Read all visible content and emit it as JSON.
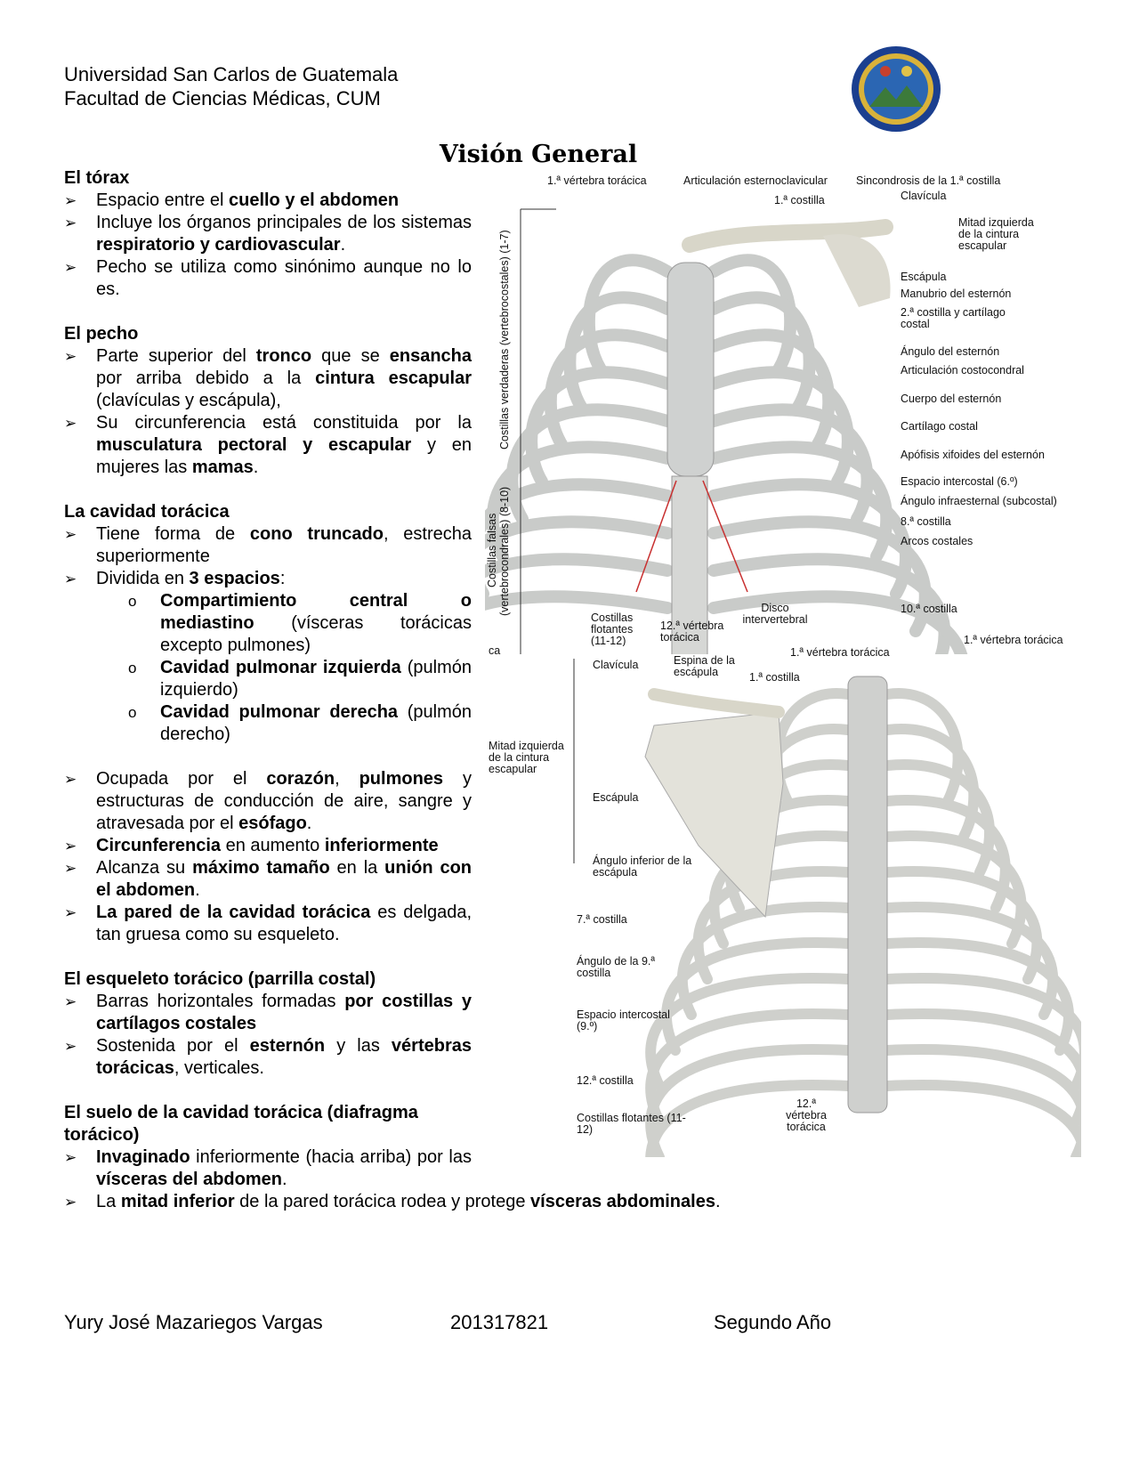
{
  "header": {
    "line1": "Universidad San Carlos de Guatemala",
    "line2": "Facultad de Ciencias Médicas, CUM",
    "seal_colors": {
      "ring": "#1b3f8f",
      "inner": "#d9b23a",
      "shield": "#2b66b3"
    }
  },
  "title": "Visión General",
  "sections": [
    {
      "heading": "El tórax",
      "items": [
        {
          "type": "bullet",
          "runs": [
            [
              "Espacio entre el ",
              0
            ],
            [
              "cuello y el abdomen",
              1
            ]
          ]
        },
        {
          "type": "bullet",
          "runs": [
            [
              "Incluye los órganos principales de los sistemas ",
              0
            ],
            [
              "respiratorio y cardiovascular",
              1
            ],
            [
              ".",
              0
            ]
          ]
        },
        {
          "type": "bullet",
          "runs": [
            [
              "Pecho se utiliza como sinónimo aunque no lo es.",
              0
            ]
          ]
        }
      ]
    },
    {
      "heading": "El pecho",
      "items": [
        {
          "type": "bullet",
          "runs": [
            [
              "Parte superior del ",
              0
            ],
            [
              "tronco",
              1
            ],
            [
              " que se ",
              0
            ],
            [
              "ensancha",
              1
            ],
            [
              " por arriba debido a la ",
              0
            ],
            [
              "cintura escapular",
              1
            ],
            [
              " (clavículas y escápula),",
              0
            ]
          ]
        },
        {
          "type": "bullet",
          "runs": [
            [
              "Su circunferencia está constituida por la ",
              0
            ],
            [
              "musculatura pectoral  y escapular",
              1
            ],
            [
              " y en mujeres las ",
              0
            ],
            [
              "mamas",
              1
            ],
            [
              ".",
              0
            ]
          ]
        }
      ]
    },
    {
      "heading": "La cavidad torácica",
      "items": [
        {
          "type": "bullet",
          "runs": [
            [
              "Tiene forma de ",
              0
            ],
            [
              "cono truncado",
              1
            ],
            [
              ", estrecha superiormente",
              0
            ]
          ]
        },
        {
          "type": "bullet",
          "runs": [
            [
              "Dividida en ",
              0
            ],
            [
              "3 espacios",
              1
            ],
            [
              ":",
              0
            ]
          ]
        },
        {
          "type": "sub",
          "runs": [
            [
              "Compartimiento central o mediastino",
              1
            ],
            [
              " (vísceras torácicas excepto pulmones)",
              0
            ]
          ]
        },
        {
          "type": "sub",
          "runs": [
            [
              "Cavidad pulmonar izquierda",
              1
            ],
            [
              " (pulmón izquierdo)",
              0
            ]
          ]
        },
        {
          "type": "sub",
          "runs": [
            [
              "Cavidad pulmonar derecha",
              1
            ],
            [
              " (pulmón derecho)",
              0
            ]
          ]
        },
        {
          "type": "spacer"
        },
        {
          "type": "bullet",
          "runs": [
            [
              "Ocupada por el ",
              0
            ],
            [
              "corazón",
              1
            ],
            [
              ", ",
              0
            ],
            [
              "pulmones",
              1
            ],
            [
              " y estructuras de conducción de aire, sangre y atravesada por el ",
              0
            ],
            [
              "esófago",
              1
            ],
            [
              ".",
              0
            ]
          ]
        },
        {
          "type": "bullet",
          "runs": [
            [
              "Circunferencia",
              1
            ],
            [
              " en aumento ",
              0
            ],
            [
              "inferiormente",
              1
            ]
          ]
        },
        {
          "type": "bullet",
          "runs": [
            [
              "Alcanza su ",
              0
            ],
            [
              "máximo tamaño",
              1
            ],
            [
              " en la ",
              0
            ],
            [
              "unión con el abdomen",
              1
            ],
            [
              ".",
              0
            ]
          ]
        },
        {
          "type": "bullet",
          "runs": [
            [
              "La pared de la cavidad torácica",
              1
            ],
            [
              " es delgada, tan gruesa como su esqueleto.",
              0
            ]
          ]
        }
      ]
    },
    {
      "heading": "El esqueleto torácico (parrilla costal)",
      "items": [
        {
          "type": "bullet",
          "runs": [
            [
              "Barras horizontales formadas ",
              0
            ],
            [
              "por costillas y cartílagos costales",
              1
            ]
          ]
        },
        {
          "type": "bullet",
          "runs": [
            [
              "Sostenida por el ",
              0
            ],
            [
              "esternón",
              1
            ],
            [
              " y las ",
              0
            ],
            [
              "vértebras torácicas",
              1
            ],
            [
              ", verticales.",
              0
            ]
          ]
        }
      ]
    },
    {
      "heading": "El suelo de la cavidad torácica (diafragma torácico)",
      "items": [
        {
          "type": "bullet",
          "runs": [
            [
              "Invaginado",
              1
            ],
            [
              " inferiormente (hacia arriba) por las ",
              0
            ],
            [
              "vísceras del abdomen",
              1
            ],
            [
              ".",
              0
            ]
          ]
        },
        {
          "type": "bullet",
          "wide": true,
          "runs": [
            [
              "La ",
              0
            ],
            [
              "mitad inferior",
              1
            ],
            [
              " de la pared torácica rodea y protege ",
              0
            ],
            [
              "vísceras abdominales",
              1
            ],
            [
              ".",
              0
            ]
          ]
        }
      ]
    }
  ],
  "figure_anterior": {
    "labels": {
      "v1": "1.ª vértebra torácica",
      "esternoclav": "Articulación esternoclavicular",
      "sincondrosis": "Sincondrosis de la 1.ª costilla",
      "c1": "1.ª costilla",
      "clavicula": "Clavícula",
      "mitad": "Mitad izquierda de la cintura escapular",
      "escapula": "Escápula",
      "manubrio": "Manubrio del esternón",
      "c2": "2.ª costilla y cartílago costal",
      "angulo": "Ángulo del esternón",
      "costocondral": "Articulación costocondral",
      "cuerpo": "Cuerpo del esternón",
      "cartilago": "Cartílago costal",
      "xifoides": "Apófisis xifoides del esternón",
      "espacio6": "Espacio intercostal (6.º)",
      "infraesternal": "Ángulo infraesternal (subcostal)",
      "c8": "8.ª costilla",
      "arcos": "Arcos costales",
      "c10": "10.ª costilla",
      "disco": "Disco intervertebral",
      "v12": "12.ª vértebra torácica",
      "flotantes": "Costillas flotantes (11-12)",
      "verdaderas": "Costillas verdaderas (vertebrocostales) (1-7)",
      "falsas": "Costillas falsas",
      "falsas2": "(vertebrocondrales) (8-10)",
      "ca": "ca",
      "v1b": "1.ª vértebra torácica"
    }
  },
  "figure_posterior": {
    "labels": {
      "clavicula": "Clavícula",
      "espina": "Espina de la escápula",
      "c1": "1.ª costilla",
      "v1": "1.ª vértebra torácica",
      "mitad": "Mitad izquierda de la cintura escapular",
      "escapula": "Escápula",
      "angulo_inf": "Ángulo inferior de la escápula",
      "c7": "7.ª costilla",
      "angulo9": "Ángulo de la 9.ª costilla",
      "espacio9": "Espacio intercostal (9.º)",
      "c12": "12.ª costilla",
      "flotantes": "Costillas flotantes (11-12)",
      "v12": "12.ª vértebra torácica"
    }
  },
  "footer": {
    "name": "Yury José Mazariegos Vargas",
    "id": "201317821",
    "year": "Segundo Año"
  }
}
